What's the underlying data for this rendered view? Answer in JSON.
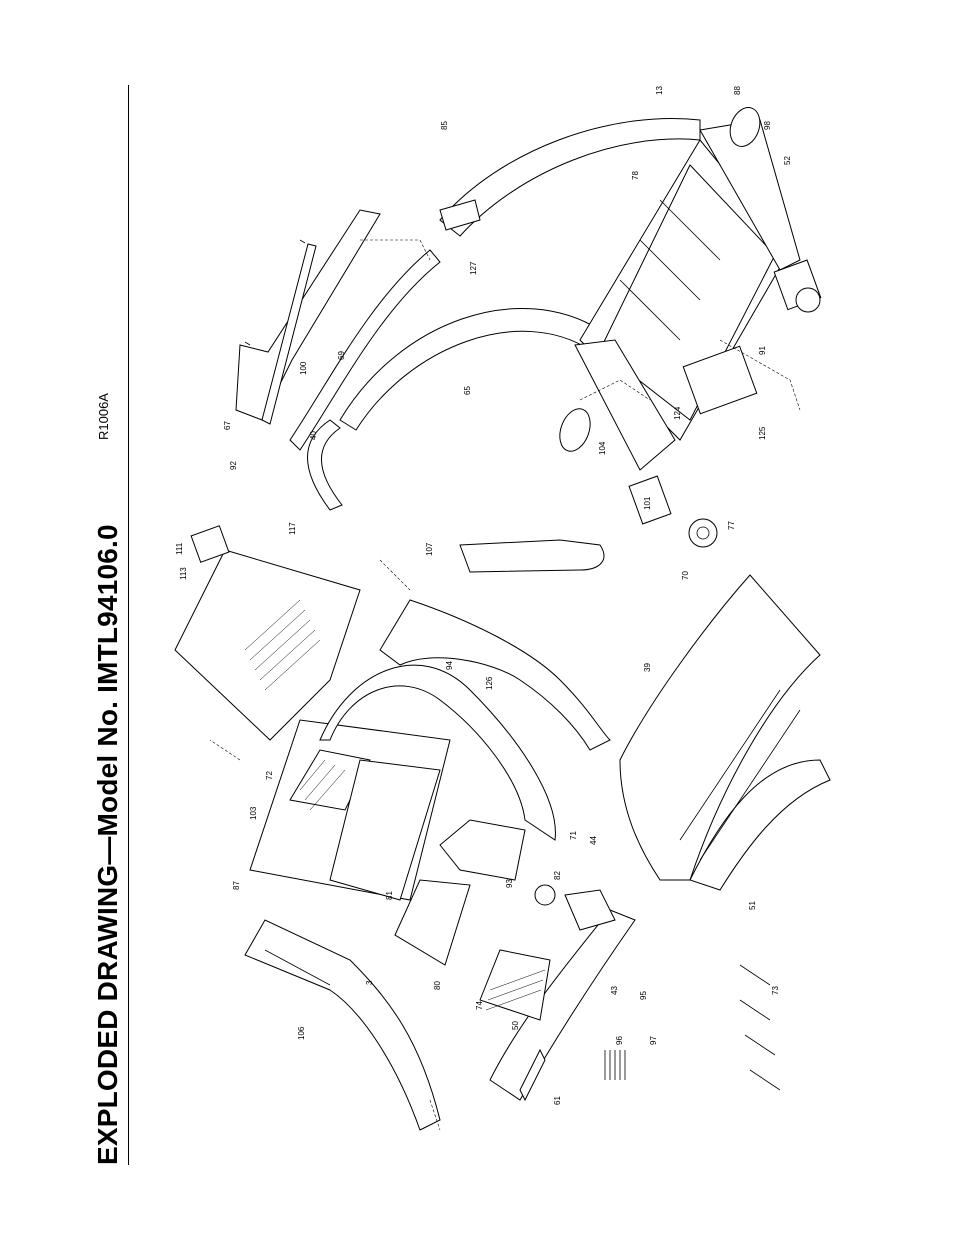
{
  "header": {
    "title": "EXPLODED DRAWING—Model No. IMTL94106.0",
    "drawing_id": "R1006A"
  },
  "callouts": [
    "3",
    "13",
    "39",
    "40",
    "43",
    "44",
    "50",
    "51",
    "52",
    "61",
    "65",
    "67",
    "69",
    "70",
    "71",
    "72",
    "73",
    "74",
    "77",
    "78",
    "80",
    "81",
    "82",
    "85",
    "87",
    "88",
    "91",
    "92",
    "93",
    "94",
    "95",
    "96",
    "97",
    "98",
    "100",
    "101",
    "103",
    "104",
    "106",
    "107",
    "111",
    "113",
    "117",
    "124",
    "125",
    "126",
    "127"
  ]
}
